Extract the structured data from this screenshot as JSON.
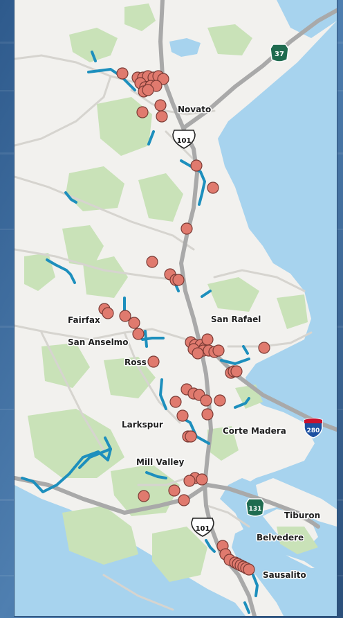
{
  "colors": {
    "water": "#a7d3ee",
    "land": "#f2f1ee",
    "park": "#c9e2b8",
    "highway": "#a9a9a9",
    "trail": "#1d8fbd",
    "marker_fill": "#e07a6e",
    "marker_stroke": "#7a3a34",
    "page_background": "#3d6a9a"
  },
  "places": [
    {
      "id": "novato",
      "name": "Novato"
    },
    {
      "id": "san-rafael",
      "name": "San Rafael"
    },
    {
      "id": "fairfax",
      "name": "Fairfax"
    },
    {
      "id": "san-anselmo",
      "name": "San Anselmo"
    },
    {
      "id": "ross",
      "name": "Ross"
    },
    {
      "id": "larkspur",
      "name": "Larkspur"
    },
    {
      "id": "corte-madera",
      "name": "Corte Madera"
    },
    {
      "id": "mill-valley",
      "name": "Mill Valley"
    },
    {
      "id": "tiburon",
      "name": "Tiburon"
    },
    {
      "id": "belvedere",
      "name": "Belvedere"
    },
    {
      "id": "sausalito",
      "name": "Sausalito"
    }
  ],
  "route_shields": [
    {
      "id": "us-101-north",
      "type": "us-highway",
      "number": "101",
      "icon": "us-highway-shield-icon"
    },
    {
      "id": "us-101-south",
      "type": "us-highway",
      "number": "101",
      "icon": "us-highway-shield-icon"
    },
    {
      "id": "ca-37",
      "type": "state-route",
      "number": "37",
      "icon": "state-route-shield-icon"
    },
    {
      "id": "ca-131",
      "type": "state-route",
      "number": "131",
      "icon": "state-route-shield-icon"
    },
    {
      "id": "i-280",
      "type": "interstate",
      "number": "280",
      "icon": "interstate-shield-icon"
    }
  ],
  "marker_count": 78
}
